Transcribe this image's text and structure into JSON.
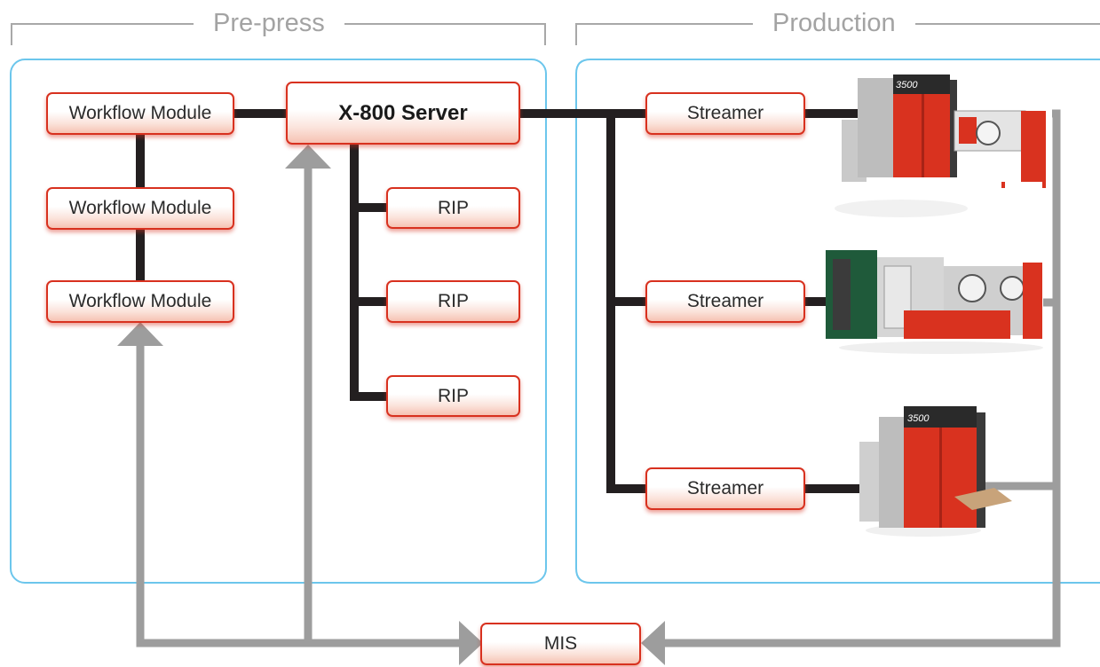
{
  "sections": {
    "prepress": "Pre-press",
    "production": "Production"
  },
  "nodes": {
    "workflow_modules": [
      "Workflow Module",
      "Workflow Module",
      "Workflow Module"
    ],
    "server": "X-800 Server",
    "rips": [
      "RIP",
      "RIP",
      "RIP"
    ],
    "streamers": [
      "Streamer",
      "Streamer",
      "Streamer"
    ],
    "mis": "MIS"
  },
  "press_badge": "3500",
  "colors": {
    "panel_border": "#6cc6ec",
    "node_border": "#d8311f",
    "connector": "#231f20",
    "feedback_arrow": "#9d9d9d",
    "section_text": "#a3a3a3",
    "press_red": "#d9321f",
    "press_dark": "#2a2a2a",
    "press_gray": "#c9c9c9"
  }
}
